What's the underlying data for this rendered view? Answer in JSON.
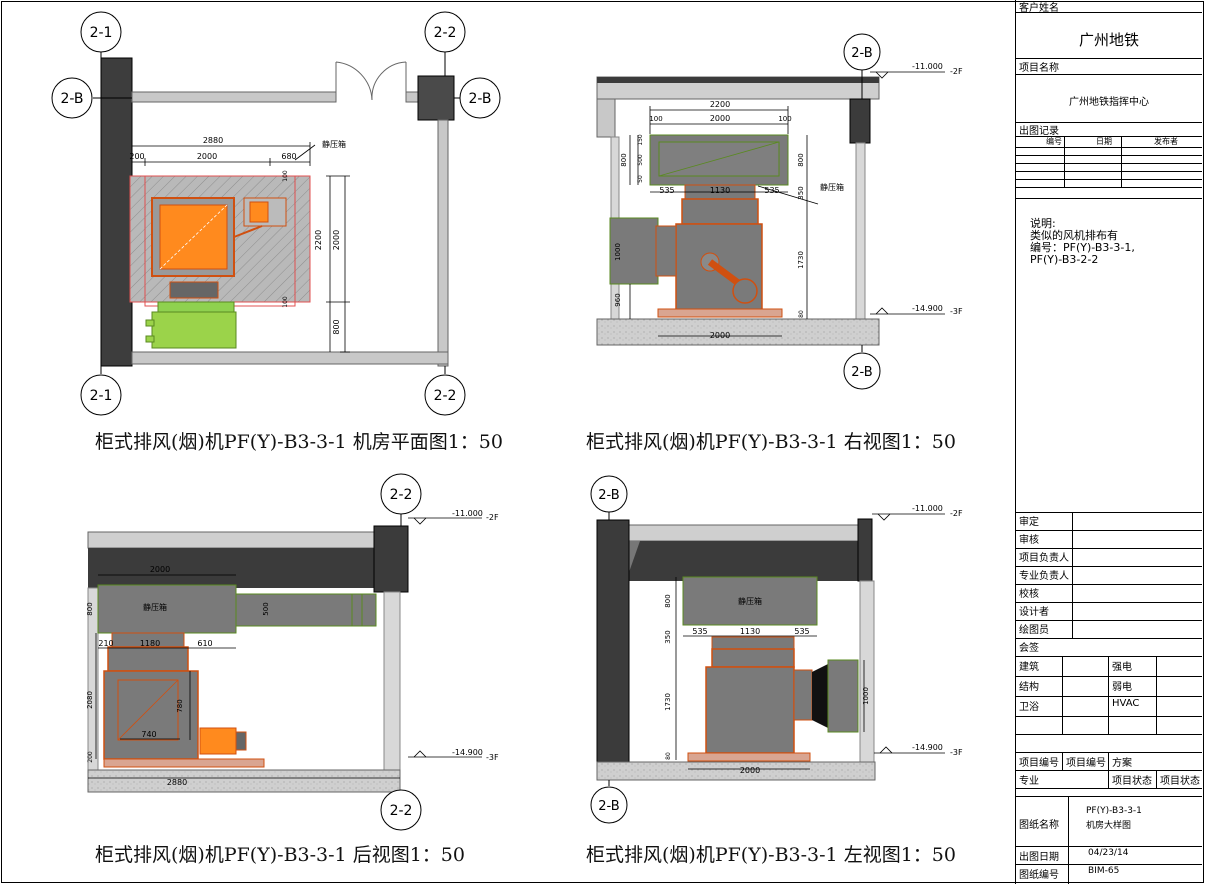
{
  "drawing": {
    "captions": {
      "plan": "柜式排风(烟)机PF(Y)-B3-3-1 机房平面图1：50",
      "right": "柜式排风(烟)机PF(Y)-B3-3-1 右视图1：50",
      "back": "柜式排风(烟)机PF(Y)-B3-3-1 后视图1：50",
      "left": "柜式排风(烟)机PF(Y)-B3-3-1 左视图1：50"
    },
    "grid_labels": {
      "g21": "2-1",
      "g22": "2-2",
      "g2b": "2-B"
    },
    "plan": {
      "dim_2880": "2880",
      "dim_200": "200",
      "dim_2000": "2000",
      "dim_680": "680",
      "dim_2200": "2200",
      "dim_2000v": "2000",
      "dim_800": "800",
      "dim_100a": "100",
      "dim_100b": "100",
      "label_box": "静压箱"
    },
    "right": {
      "dim_2200": "2200",
      "dim_100a": "100",
      "dim_2000": "2000",
      "dim_100b": "100",
      "dim_800": "800",
      "dim_150": "150",
      "dim_500": "500",
      "dim_50": "50",
      "dim_800r": "800",
      "dim_350": "350",
      "dim_535a": "535",
      "dim_1130": "1130",
      "dim_535b": "535",
      "dim_1000": "1000",
      "dim_1730": "1730",
      "dim_960": "960",
      "dim_80": "80",
      "dim_floor": "2000",
      "label_box": "静压箱",
      "lvl_top": "-11.000",
      "lvl_top_floor": "-2F",
      "lvl_bot": "-14.900",
      "lvl_bot_floor": "-3F"
    },
    "back": {
      "dim_2000": "2000",
      "dim_800": "800",
      "dim_500": "500",
      "dim_210": "210",
      "dim_1180": "1180",
      "dim_610": "610",
      "dim_2080": "2080",
      "dim_780": "780",
      "dim_740": "740",
      "dim_200": "200",
      "dim_2880": "2880",
      "label_box": "静压箱",
      "lvl_top": "-11.000",
      "lvl_top_floor": "-2F",
      "lvl_bot": "-14.900",
      "lvl_bot_floor": "-3F"
    },
    "left": {
      "dim_800": "800",
      "dim_350": "350",
      "dim_535a": "535",
      "dim_1130": "1130",
      "dim_535b": "535",
      "dim_1730": "1730",
      "dim_80": "80",
      "dim_1000": "1000",
      "dim_floor": "2000",
      "label_box": "静压箱",
      "lvl_top": "-11.000",
      "lvl_top_floor": "-2F",
      "lvl_bot": "-14.900",
      "lvl_bot_floor": "-3F"
    }
  },
  "title_block": {
    "client_label": "客户姓名",
    "client": "广州地铁",
    "project_label": "项目名称",
    "project": "广州地铁指挥中心",
    "record_label": "出图记录",
    "record_headers": [
      "编号",
      "日期",
      "发布者"
    ],
    "notes_title": "说明:",
    "notes_lines": [
      "类似的风机排布有",
      "编号：PF(Y)-B3-3-1,",
      "PF(Y)-B3-2-2"
    ],
    "approval_labels": [
      "审定",
      "审核",
      "项目负责人",
      "专业负责人",
      "校核",
      "设计者",
      "绘图员"
    ],
    "countersign_label": "会签",
    "countersign": {
      "arch": "建筑",
      "power": "强电",
      "struct": "结构",
      "weak": "弱电",
      "plumb": "卫浴",
      "hvac": "HVAC"
    },
    "proj_no_label": "项目编号",
    "proj_no_value": "项目编号",
    "scheme": "方案",
    "discipline": "专业",
    "status_a": "项目状态",
    "status_b": "项目状态",
    "drawing_name_label": "图纸名称",
    "drawing_name_lines": [
      "PF(Y)-B3-3-1",
      "机房大样图"
    ],
    "date_label": "出图日期",
    "date_value": "04/23/14",
    "number_label": "图纸编号",
    "number_value": "BIM-65"
  }
}
